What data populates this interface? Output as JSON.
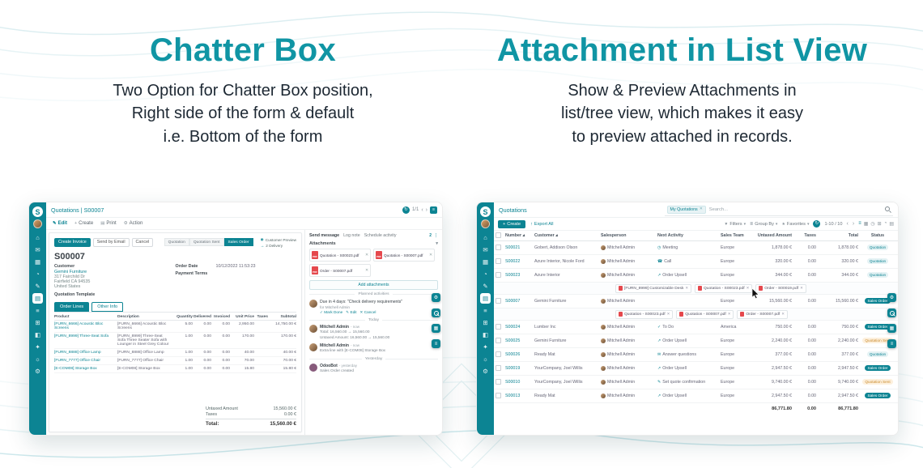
{
  "colors": {
    "accent": "#1095A4",
    "app_teal": "#0C8493",
    "pdf_red": "#E5484D",
    "bot_purple": "#875A7B"
  },
  "icons": {
    "logo": "S",
    "refresh": "↻",
    "menu": "≡",
    "grid": "▦",
    "gear": "⚙",
    "chevron_left": "‹",
    "chevron_right": "›",
    "check": "✓",
    "plus": "+",
    "print": "▤",
    "globe": "◉",
    "truck": "→",
    "caret": "▾",
    "close": "✕",
    "filter": "▼",
    "group": "≣",
    "star": "★",
    "export": "↑",
    "kebab": "⋮",
    "sort": "▴",
    "edit": "✎",
    "clock": "◷"
  },
  "sidebar_icons": [
    "⌂",
    "✉",
    "▦",
    "◔",
    "✎",
    "▤",
    "≡",
    "⊞",
    "◧",
    "✦",
    "☼",
    "⚙"
  ],
  "view_switcher": [
    "≡",
    "▦",
    "◷",
    "⊞",
    "◔",
    "▤"
  ],
  "hero": {
    "left_title": "Chatter Box",
    "left_subtitle": [
      "Two Option for Chatter Box position,",
      "Right side of the form & default",
      "i.e. Bottom of the form"
    ],
    "right_title": "Attachment in List View",
    "right_subtitle": [
      "Show & Preview Attachments in",
      "list/tree view, which makes it easy",
      "to preview attached in records."
    ]
  },
  "form": {
    "breadcrumb": "Quotations | S00007",
    "pager": "1/1",
    "toolbar": {
      "edit": "Edit",
      "create": "Create",
      "print": "Print",
      "action": "Action"
    },
    "header_buttons": {
      "create_invoice": "Create Invoice",
      "send_by_email": "Send by Email",
      "cancel": "Cancel"
    },
    "statusbar": [
      "Quotation",
      "Quotation Sent",
      "Sales Order"
    ],
    "stat_buttons": [
      "Customer Preview",
      "2 Delivery"
    ],
    "record_name": "S00007",
    "fields": {
      "customer_label": "Customer",
      "customer": "Gemini Furniture",
      "address": [
        "317 Fairchild Dr",
        "Fairfield CA 94535",
        "United States"
      ],
      "template_label": "Quotation Template",
      "order_date_label": "Order Date",
      "order_date": "10/12/2022 11:53:23",
      "payment_terms_label": "Payment Terms"
    },
    "tabs": [
      "Order Lines",
      "Other Info"
    ],
    "line_headers": [
      "Product",
      "Description",
      "Quantity",
      "Delivered",
      "Invoiced",
      "Unit Price",
      "Taxes",
      "Subtotal"
    ],
    "lines": [
      {
        "product": "[FURN_6666] Acoustic Bloc Screens",
        "description": "[FURN_6666] Acoustic Bloc Screens",
        "qty": "5.00",
        "delivered": "0.00",
        "invoiced": "0.00",
        "unit_price": "2,950.00",
        "taxes": "",
        "subtotal": "14,750.00 €"
      },
      {
        "product": "[FURN_8999] Three-Seat Sofa",
        "description": "[FURN_8999] Three-Seat Sofa  Three Seater Sofa with Lounger in Steel Grey Colour",
        "qty": "1.00",
        "delivered": "0.00",
        "invoiced": "0.00",
        "unit_price": "170.00",
        "taxes": "",
        "subtotal": "170.00 €"
      },
      {
        "product": "[FURN_8888] Office Lamp",
        "description": "[FURN_8888] Office Lamp",
        "qty": "1.00",
        "delivered": "0.00",
        "invoiced": "0.00",
        "unit_price": "40.00",
        "taxes": "",
        "subtotal": "40.00 €"
      },
      {
        "product": "[FURN_7777] Office Chair",
        "description": "[FURN_7777] Office Chair",
        "qty": "1.00",
        "delivered": "0.00",
        "invoiced": "0.00",
        "unit_price": "70.00",
        "taxes": "",
        "subtotal": "70.00 €"
      },
      {
        "product": "[E-COM08] Storage Box",
        "description": "[E-COM08] Storage Box",
        "qty": "1.00",
        "delivered": "0.00",
        "invoiced": "0.00",
        "unit_price": "15.80",
        "taxes": "",
        "subtotal": "15.80 €"
      }
    ],
    "totals": {
      "untaxed_label": "Untaxed Amount",
      "untaxed": "15,560.00 €",
      "taxes_label": "Taxes",
      "taxes": "0.00 €",
      "total_label": "Total:",
      "total": "15,560.00 €"
    }
  },
  "form_chatter": {
    "actions": [
      "Send message",
      "Log note",
      "Schedule activity"
    ],
    "follower_count": "2",
    "attachments_label": "Attachments",
    "attachments": [
      "Quotation - S00023.pdf",
      "Quotation - S00007.pdf",
      "Order - S00007.pdf"
    ],
    "add_attachments": "Add attachments",
    "planned_label": "Planned activities",
    "activity": {
      "summary": "Due in 4 days: \"Check delivery requirements\"",
      "assignee": "for Mitchell Admin",
      "mark_done": "Mark Done",
      "edit": "Edit",
      "cancel": "Cancel"
    },
    "today": "Today",
    "yesterday": "Yesterday",
    "messages": [
      {
        "author": "Mitchell Admin",
        "time": "- now",
        "lines": [
          "Total: 16,560.00 → 15,560.00",
          "Untaxed Amount: 16,560.00 → 15,560.00"
        ]
      },
      {
        "author": "Mitchell Admin",
        "time": "- now",
        "lines": [
          "Extra line with [E-COM08] Storage Box"
        ]
      },
      {
        "author": "OdooBot",
        "time": "- yesterday",
        "lines": [
          "Sales Order created"
        ]
      }
    ]
  },
  "list": {
    "breadcrumb": "Quotations",
    "facet": "My Quotations",
    "search_placeholder": "Search...",
    "create": "Create",
    "export": "Export All",
    "filters": "Filters",
    "group_by": "Group By",
    "favorites": "Favorites",
    "pager": "1-10 / 10",
    "headers": [
      "Number",
      "Customer",
      "Salesperson",
      "Next Activity",
      "Sales Team",
      "Untaxed Amount",
      "Taxes",
      "Total",
      "Status"
    ],
    "rows": [
      {
        "number": "S00021",
        "customer": "Gobert, Addison Olson",
        "salesperson": "Mitchell Admin",
        "activity_icon": "◷",
        "activity": "Meeting",
        "team": "Europe",
        "untaxed": "1,878.00 €",
        "taxes": "0.00",
        "total": "1,878.00 €",
        "status": "Quotation",
        "attachments": []
      },
      {
        "number": "S00022",
        "customer": "Azure Interior, Nicole Ford",
        "salesperson": "Mitchell Admin",
        "activity_icon": "☎",
        "activity": "Call",
        "team": "Europe",
        "untaxed": "320.00 €",
        "taxes": "0.00",
        "total": "320.00 €",
        "status": "Quotation",
        "attachments": []
      },
      {
        "number": "S00023",
        "customer": "Azure Interior",
        "salesperson": "Mitchell Admin",
        "activity_icon": "↗",
        "activity": "Order Upsell",
        "team": "Europe",
        "untaxed": "344.00 €",
        "taxes": "0.00",
        "total": "344.00 €",
        "status": "Quotation",
        "attachments": [
          "[FURN_8999] Customizable Desk",
          "Quotation - S00023.pdf",
          "Order - S00019.pdf"
        ]
      },
      {
        "number": "S00007",
        "customer": "Gemini Furniture",
        "salesperson": "Mitchell Admin",
        "activity_icon": "",
        "activity": "",
        "team": "Europe",
        "untaxed": "15,560.00 €",
        "taxes": "0.00",
        "total": "15,560.00 €",
        "status": "Sales Order",
        "attachments": [
          "Quotation - S00023.pdf",
          "Quotation - S00007.pdf",
          "Order - S00007.pdf"
        ]
      },
      {
        "number": "S00024",
        "customer": "Lumber Inc",
        "salesperson": "Mitchell Admin",
        "activity_icon": "✓",
        "activity": "To Do",
        "team": "America",
        "untaxed": "750.00 €",
        "taxes": "0.00",
        "total": "750.00 €",
        "status": "Sales Order",
        "attachments": []
      },
      {
        "number": "S00025",
        "customer": "Gemini Furniture",
        "salesperson": "Mitchell Admin",
        "activity_icon": "↗",
        "activity": "Order Upsell",
        "team": "Europe",
        "untaxed": "2,240.00 €",
        "taxes": "0.00",
        "total": "2,240.00 €",
        "status": "Quotation Sent",
        "attachments": []
      },
      {
        "number": "S00026",
        "customer": "Ready Mat",
        "salesperson": "Mitchell Admin",
        "activity_icon": "✉",
        "activity": "Answer questions",
        "team": "Europe",
        "untaxed": "377.00 €",
        "taxes": "0.00",
        "total": "377.00 €",
        "status": "Quotation",
        "attachments": []
      },
      {
        "number": "S00019",
        "customer": "YourCompany, Joel Willis",
        "salesperson": "Mitchell Admin",
        "activity_icon": "↗",
        "activity": "Order Upsell",
        "team": "Europe",
        "untaxed": "2,947.50 €",
        "taxes": "0.00",
        "total": "2,947.50 €",
        "status": "Sales Order",
        "attachments": []
      },
      {
        "number": "S00010",
        "customer": "YourCompany, Joel Willis",
        "salesperson": "Mitchell Admin",
        "activity_icon": "✎",
        "activity": "Set quote confirmation",
        "team": "Europe",
        "untaxed": "9,740.00 €",
        "taxes": "0.00",
        "total": "9,740.00 €",
        "status": "Quotation Sent",
        "attachments": []
      },
      {
        "number": "S00013",
        "customer": "Ready Mat",
        "salesperson": "Mitchell Admin",
        "activity_icon": "↗",
        "activity": "Order Upsell",
        "team": "Europe",
        "untaxed": "2,947.50 €",
        "taxes": "0.00",
        "total": "2,947.50 €",
        "status": "Sales Order",
        "attachments": []
      }
    ],
    "footer": {
      "untaxed": "86,771.80",
      "taxes": "0.00",
      "total": "86,771.80"
    }
  }
}
